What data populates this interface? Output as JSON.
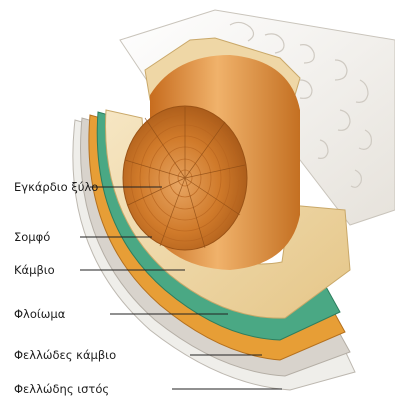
{
  "diagram": {
    "labels": {
      "heartwood": "Εγκάρδιο ξύλο",
      "sapwood": "Σομφό",
      "cambium": "Κάμβιο",
      "phloem": "Φλοίωμα",
      "phellogen": "Φελλώδες κάμβιο",
      "cork": "Φελλώδης ιστός"
    },
    "colors": {
      "heartwood": "#d07a2a",
      "sapwood": "#efd7a6",
      "cambium": "#4aa884",
      "phloem": "#e79e36",
      "phellogen": "#d8d3cc",
      "cork": "#efeeea",
      "bark_texture": "#f3f1ec"
    }
  }
}
